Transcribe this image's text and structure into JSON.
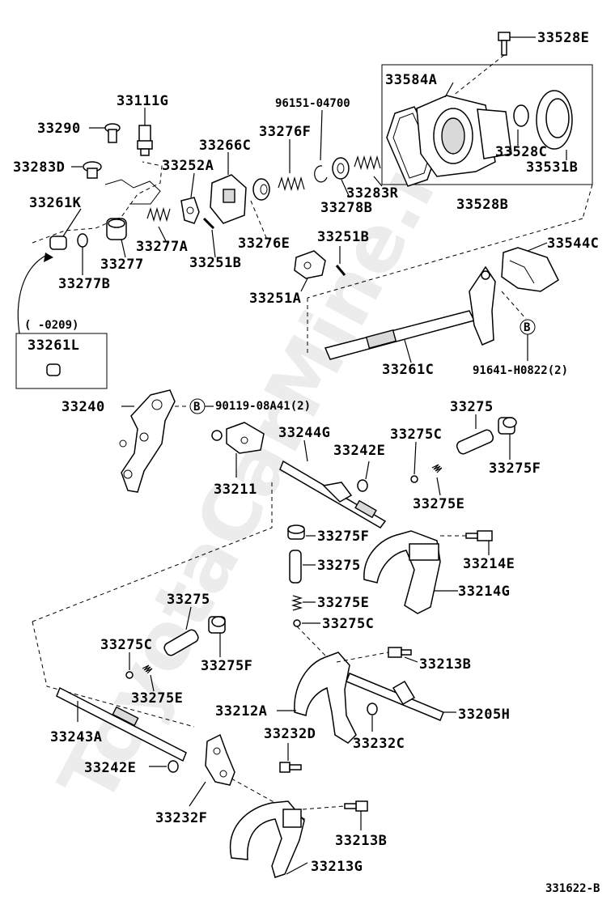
{
  "labels": {
    "p33528E_top": "33528E",
    "p33584A": "33584A",
    "p96151": "96151-04700",
    "p33111G": "33111G",
    "p33290": "33290",
    "p33283D": "33283D",
    "p33276F": "33276F",
    "p33266C": "33266C",
    "p33252A": "33252A",
    "p33528C": "33528C",
    "p33531B": "33531B",
    "p33283R": "33283R",
    "p33278B": "33278B",
    "p33528B": "33528B",
    "p33261K": "33261K",
    "p33277A": "33277A",
    "p33276E": "33276E",
    "p33251B_a": "33251B",
    "p33251B_b": "33251B",
    "p33277": "33277",
    "p33277B": "33277B",
    "p33544C": "33544C",
    "p33251A": "33251A",
    "p_range": "(   -0209)",
    "p33261L": "33261L",
    "p33261C": "33261C",
    "p91641": "91641-H0822(2)",
    "p33240": "33240",
    "p90119": "90119-08A41(2)",
    "p33275_a": "33275",
    "p33244G": "33244G",
    "p33275C_a": "33275C",
    "p33242E_a": "33242E",
    "p33275F_a": "33275F",
    "p33211": "33211",
    "p33275E_a": "33275E",
    "p33275F_b": "33275F",
    "p33214E": "33214E",
    "p33275_b": "33275",
    "p33214G": "33214G",
    "p33275_c": "33275",
    "p33275E_b": "33275E",
    "p33275C_b": "33275C",
    "p33275C_c": "33275C",
    "p33213B_a": "33213B",
    "p33275F_c": "33275F",
    "p33275E_c": "33275E",
    "p33212A": "33212A",
    "p33205H": "33205H",
    "p33232D": "33232D",
    "p33232C": "33232C",
    "p33243A": "33243A",
    "p33242E_b": "33242E",
    "p33232F": "33232F",
    "p33213B_b": "33213B",
    "p33213G": "33213G",
    "figure_id": "331622-B",
    "callout_letter_1": "B",
    "callout_letter_2": "B"
  },
  "watermark": "ToyotaCarMine.ru"
}
